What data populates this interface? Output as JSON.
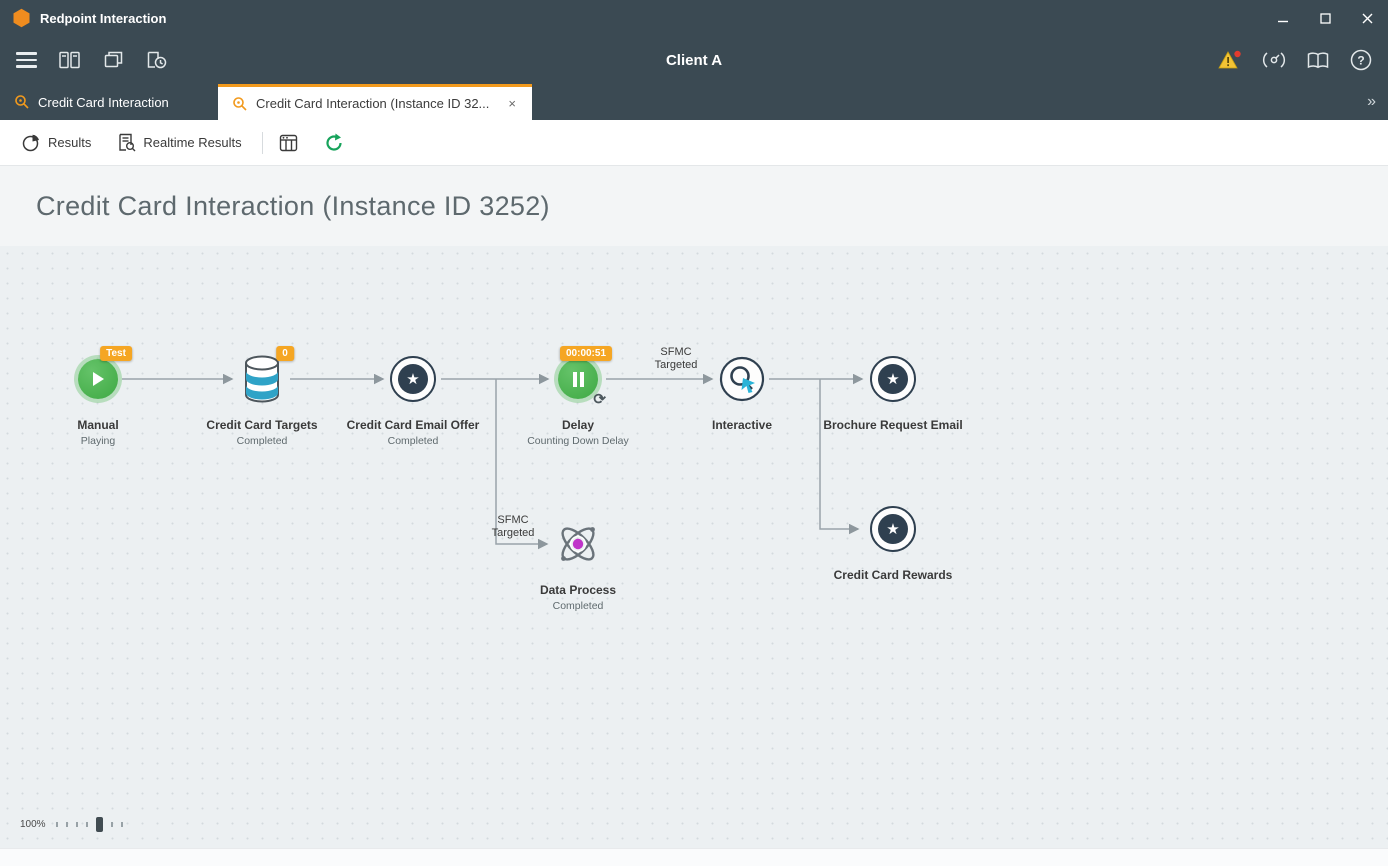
{
  "titlebar": {
    "app_title": "Redpoint Interaction"
  },
  "toolbar": {
    "client_label": "Client A"
  },
  "tabbar": {
    "tabs": [
      {
        "label": "Credit Card Interaction"
      },
      {
        "label": "Credit Card Interaction (Instance ID 32...",
        "close": "×"
      }
    ],
    "overflow": "»"
  },
  "actionbar": {
    "results": "Results",
    "realtime_results": "Realtime Results"
  },
  "page": {
    "title": "Credit Card Interaction (Instance ID 3252)"
  },
  "workflow": {
    "nodes": [
      {
        "label": "Manual",
        "status": "Playing",
        "badge": "Test",
        "type": "play"
      },
      {
        "label": "Credit Card Targets",
        "status": "Completed",
        "badge": "0",
        "type": "database"
      },
      {
        "label": "Credit Card Email Offer",
        "status": "Completed",
        "type": "star"
      },
      {
        "label": "Delay",
        "status": "Counting Down Delay",
        "badge": "00:00:51",
        "type": "pause"
      },
      {
        "label": "Interactive",
        "type": "interactive"
      },
      {
        "label": "Brochure Request Email",
        "type": "star"
      },
      {
        "label": "Credit Card Rewards",
        "type": "star"
      },
      {
        "label": "Data Process",
        "status": "Completed",
        "type": "atom"
      }
    ],
    "edge_labels": [
      {
        "line1": "SFMC",
        "line2": "Targeted"
      },
      {
        "line1": "SFMC",
        "line2": "Targeted"
      }
    ],
    "icons": {
      "star": "★",
      "sync": "⟳"
    }
  },
  "statusbar": {
    "zoom": "100%"
  },
  "colors": {
    "header": "#3b4a53",
    "accent_orange": "#f29a1d",
    "badge_orange": "#f5a623",
    "node_green": "#3ea943",
    "navy": "#2f4050",
    "teal": "#2fa3c7",
    "magenta": "#c034c9",
    "refresh_green": "#17a35b"
  }
}
